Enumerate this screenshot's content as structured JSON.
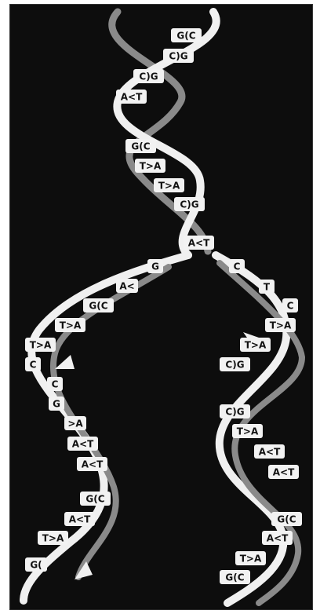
{
  "colors": {
    "background": "#0d0d0d",
    "strand_light": "#f0f0f0",
    "strand_dark": "#8a8a8a",
    "base_tile": "#f2f2f2",
    "base_text": "#111111"
  },
  "parent_pairs": [
    {
      "text": "G(C"
    },
    {
      "text": "C)G"
    },
    {
      "text": "C)G"
    },
    {
      "text": "A<T"
    },
    {
      "text": "G(C"
    },
    {
      "text": "T>A"
    },
    {
      "text": "T>A"
    },
    {
      "text": "C)G"
    },
    {
      "text": "A<T"
    }
  ],
  "left_daughter_bases": [
    {
      "text": "G"
    },
    {
      "text": "A<"
    },
    {
      "text": "G(C"
    },
    {
      "text": "T>A"
    },
    {
      "text": "T>A"
    },
    {
      "text": "C"
    },
    {
      "text": "C"
    },
    {
      "text": "G"
    },
    {
      "text": ">A"
    },
    {
      "text": "A<T"
    },
    {
      "text": "A<T"
    },
    {
      "text": "G(C"
    },
    {
      "text": "A<T"
    },
    {
      "text": "T>A"
    },
    {
      "text": "G("
    }
  ],
  "right_daughter_bases": [
    {
      "text": "C"
    },
    {
      "text": "T"
    },
    {
      "text": "C"
    },
    {
      "text": "T>A"
    },
    {
      "text": "T>A"
    },
    {
      "text": "C)G"
    },
    {
      "text": "C)G"
    },
    {
      "text": "T>A"
    },
    {
      "text": "A<T"
    },
    {
      "text": "A<T"
    },
    {
      "text": "G(C"
    },
    {
      "text": "A<T"
    },
    {
      "text": "T>A"
    },
    {
      "text": "G(C"
    }
  ]
}
